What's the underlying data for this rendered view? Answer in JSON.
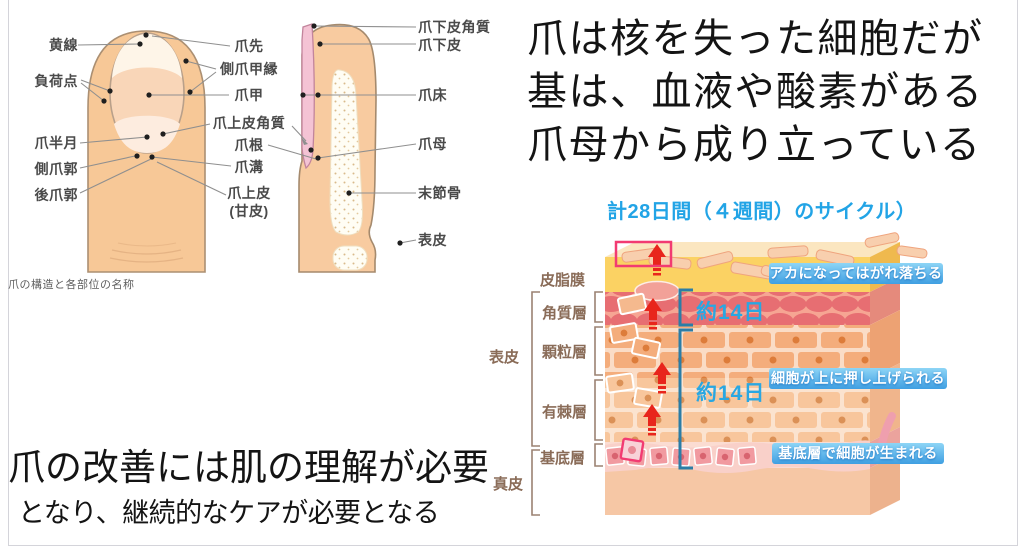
{
  "nail_diagram": {
    "caption": "爪の構造と各部位の名称",
    "labels": {
      "yellow_line": "黄線",
      "load_point": "負荷点",
      "lunula": "爪半月",
      "side_nail_fold": "側爪郭",
      "rear_nail_fold": "後爪郭",
      "nail_tip": "爪先",
      "side_nail_edge": "側爪甲縁",
      "nail_plate": "爪甲",
      "cuticle_keratin": "爪上皮角質",
      "nail_root": "爪根",
      "nail_groove": "爪溝",
      "eponychium": "爪上皮",
      "eponychium_alt": "(甘皮)",
      "hyponychium_keratin": "爪下皮角質",
      "hyponychium": "爪下皮",
      "nail_bed": "爪床",
      "nail_matrix": "爪母",
      "distal_phalanx": "末節骨",
      "epidermis": "表皮"
    }
  },
  "headline": {
    "line1": "爪は核を失った細胞だが",
    "line2": "基は、血液や酸素がある",
    "line3": "爪母から成り立っている"
  },
  "skin_diagram": {
    "title": "計28日間（４週間）のサイクル）",
    "layer_labels": {
      "sebum_film": "皮脂膜",
      "stratum_corneum": "角質層",
      "granular_layer": "顆粒層",
      "spinous_layer": "有棘層",
      "basal_layer": "基底層",
      "epidermis": "表皮",
      "dermis": "真皮"
    },
    "duration_upper": "約14日",
    "duration_lower": "約14日",
    "badge_top": "アカになってはがれ落ちる",
    "badge_middle": "細胞が上に押し上げられる",
    "badge_bottom": "基底層で細胞が生まれる",
    "colors": {
      "accent_cyan": "#29a8e2",
      "badge_blue": "#4aa8e8",
      "arrow_red": "#e8251c",
      "highlight_pink": "#f23b72",
      "label_brown": "#8a6c58"
    }
  },
  "conclusion": {
    "line1": "爪の改善には肌の理解が必要",
    "line2": "となり、継続的なケアが必要となる"
  }
}
